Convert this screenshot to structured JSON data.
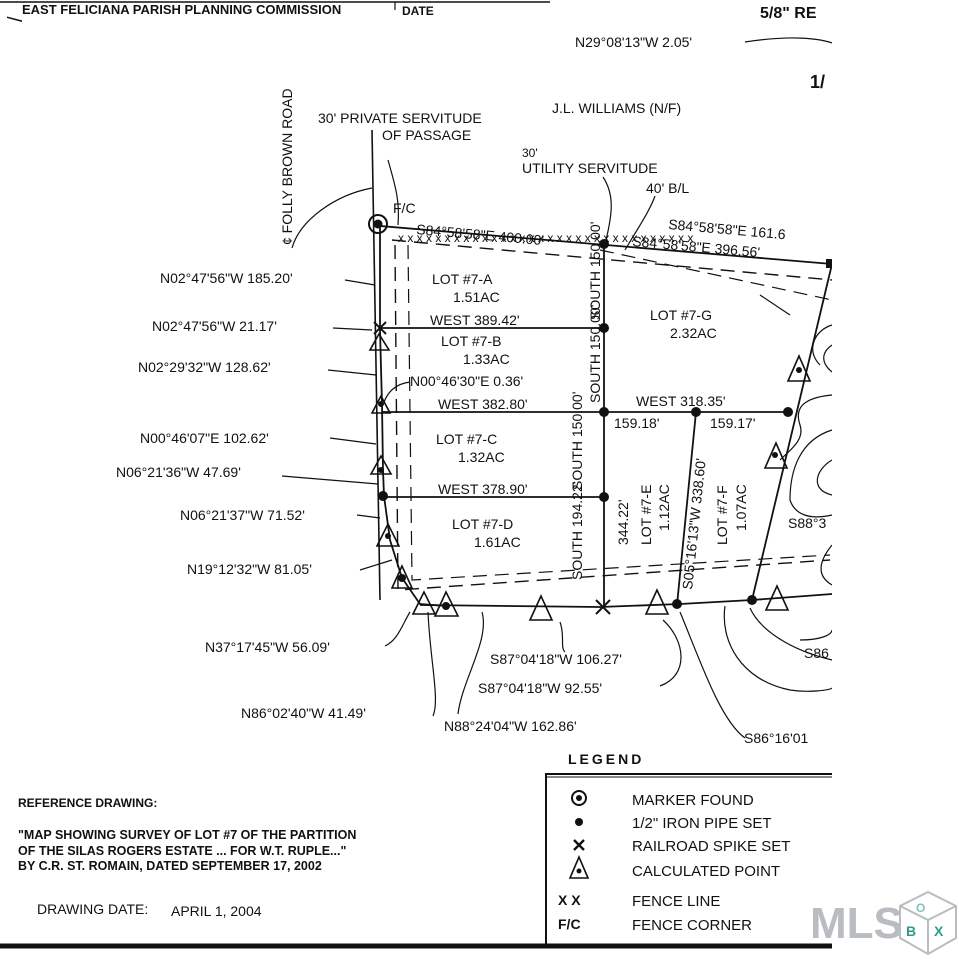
{
  "header": {
    "commission": "EAST FELICIANA PARISH PLANNING COMMISSION",
    "date_label": "DATE",
    "top_right_frag": "5/8\" RE",
    "top_right_frag2": "1/"
  },
  "labels": {
    "road": "¢ FOLLY BROWN ROAD",
    "private_servitude_1": "30' PRIVATE SERVITUDE",
    "private_servitude_2": "OF PASSAGE",
    "owner": "J.L. WILLIAMS (N/F)",
    "utility_1": "30'",
    "utility_2": "UTILITY SERVITUDE",
    "building_line": "40' B/L",
    "fence_corner": "F/C"
  },
  "bearings": [
    "N29°08'13\"W 2.05'",
    "S84°58'58\"E 400.00'",
    "S84°58'58\"E 161.6",
    "S84°58'58\"E 396.56'",
    "N02°47'56\"W 185.20'",
    "N02°47'56\"W 21.17'",
    "N02°29'32\"W 128.62'",
    "N00°46'30\"E 0.36'",
    "N00°46'07\"E 102.62'",
    "N06°21'36\"W 47.69'",
    "N06°21'37\"W 71.52'",
    "N19°12'32\"W 81.05'",
    "N37°17'45\"W 56.09'",
    "N86°02'40\"W 41.49'",
    "N88°24'04\"W 162.86'",
    "S87°04'18\"W 106.27'",
    "S87°04'18\"W 92.55'",
    "S86°16'01",
    "S88°3",
    "S86"
  ],
  "lots": [
    {
      "name": "LOT #7-A",
      "area": "1.51AC"
    },
    {
      "name": "LOT #7-B",
      "area": "1.33AC"
    },
    {
      "name": "LOT #7-C",
      "area": "1.32AC"
    },
    {
      "name": "LOT #7-D",
      "area": "1.61AC"
    },
    {
      "name": "LOT #7-E",
      "area": "1.12AC"
    },
    {
      "name": "LOT #7-F",
      "area": "1.07AC"
    },
    {
      "name": "LOT #7-G",
      "area": "2.32AC"
    }
  ],
  "dims": [
    "WEST 389.42'",
    "WEST 382.80'",
    "WEST 378.90'",
    "WEST 318.35'",
    "SOUTH 150.00'",
    "SOUTH 150.00'",
    "SOUTH 150.00'",
    "SOUTH 194.22'",
    "344.22'",
    "159.18'",
    "159.17'",
    "S05°16'13\"W 338.60'"
  ],
  "legend": {
    "title": "LEGEND",
    "items": [
      {
        "symbol": "◉",
        "label": "MARKER FOUND"
      },
      {
        "symbol": "●",
        "label": "1/2\" IRON PIPE SET"
      },
      {
        "symbol": "✖",
        "label": "RAILROAD SPIKE SET"
      },
      {
        "symbol": "△",
        "label": "CALCULATED POINT"
      },
      {
        "symbol": "X X",
        "label": "FENCE LINE"
      },
      {
        "symbol": "F/C",
        "label": "FENCE CORNER"
      }
    ]
  },
  "reference": {
    "title": "REFERENCE DRAWING:",
    "line1": "\"MAP SHOWING SURVEY OF LOT #7 OF THE PARTITION",
    "line2": "OF THE SILAS ROGERS ESTATE ... FOR W.T. RUPLE...\"",
    "line3": "BY C.R. ST. ROMAIN, DATED SEPTEMBER 17, 2002"
  },
  "drawing_date": {
    "label": "DRAWING DATE:",
    "value": "APRIL 1, 2004"
  },
  "logo": {
    "text": "MLS",
    "cube_letters": "BOX",
    "accent": "#2e9e8c"
  }
}
